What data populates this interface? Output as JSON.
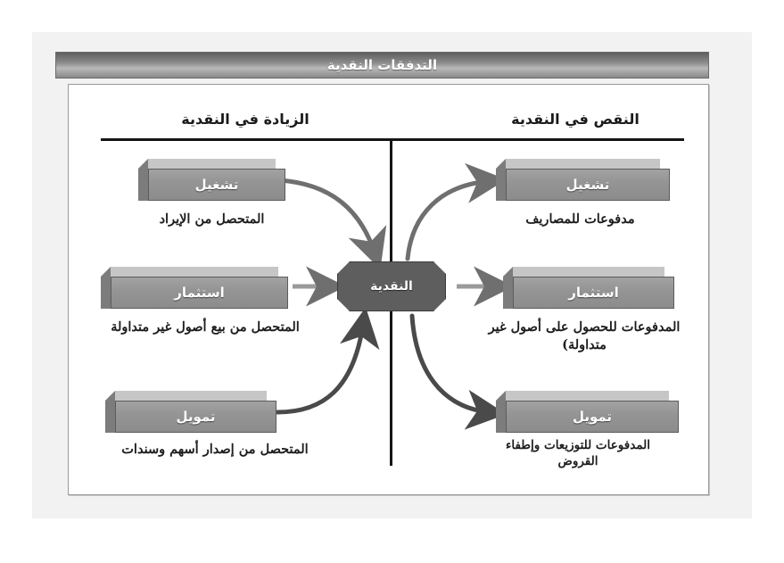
{
  "header": {
    "title": "التدفقات النقدية"
  },
  "columns": {
    "increase": "الزيادة في النقدية",
    "decrease": "النقص في النقدية"
  },
  "center": {
    "label": "النقدية",
    "shape": "octagon",
    "fill": "#5e5e5e"
  },
  "increase_items": [
    {
      "label": "تشغيل",
      "caption": "المتحصل من الإيراد"
    },
    {
      "label": "استثمار",
      "caption": "المتحصل من بيع أصول غير متداولة"
    },
    {
      "label": "تمويل",
      "caption": "المتحصل من إصدار أسهم وسندات"
    }
  ],
  "decrease_items": [
    {
      "label": "تشغيل",
      "caption": "مدفوعات للمصاريف"
    },
    {
      "label": "استثمار",
      "caption": "المدفوعات للحصول على أصول غير متداولة)"
    },
    {
      "label": "تمويل",
      "caption": "المدفوعات للتوزيعات وإطفاء القروض"
    }
  ],
  "colors": {
    "box_fill": "#949494",
    "box_border": "#5c5c5c",
    "arrow": "#6f6f6f",
    "arrow_dark": "#4a4a4a",
    "rule": "#151515",
    "panel": "#f2f2f2",
    "title_text": "#ffffff"
  },
  "arrows": {
    "in_operating": "curve-down-right",
    "in_investing": "straight-right",
    "in_financing": "curve-up-right",
    "out_operating": "curve-up-right",
    "out_investing": "straight-right",
    "out_financing": "curve-down-right"
  }
}
